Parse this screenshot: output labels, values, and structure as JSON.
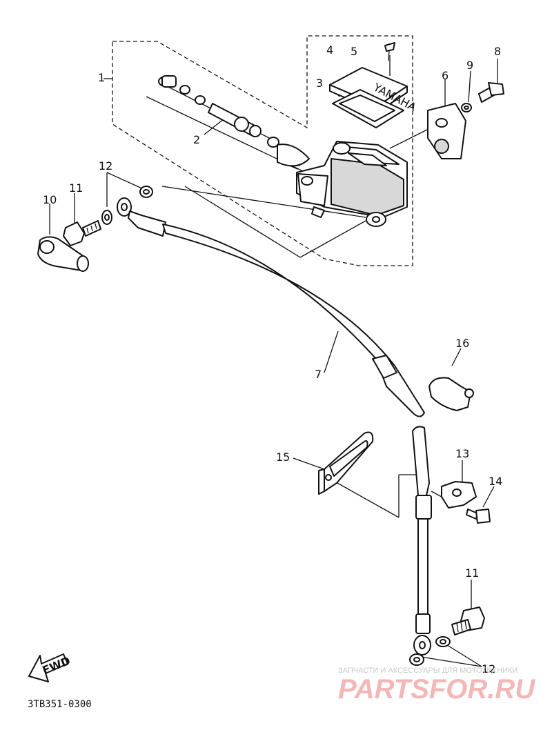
{
  "diagram": {
    "callouts": {
      "p1": "1",
      "p2": "2",
      "p3": "3",
      "p4": "4",
      "p5": "5",
      "p6": "6",
      "p7": "7",
      "p8": "8",
      "p9": "9",
      "p10": "10",
      "p11_top": "11",
      "p11_bottom": "11",
      "p12_top": "12",
      "p12_bottom": "12",
      "p13": "13",
      "p14": "14",
      "p15": "15",
      "p16": "16"
    },
    "fwd_label": "FWD",
    "reservoir_logo": "YAMAHA",
    "drawing_code": "3TB351-0300"
  },
  "watermark": {
    "tagline": "ЗАПЧАСТИ И АКСЕССУАРЫ ДЛЯ МОТОТЕХНИКИ",
    "brand": "PARTSFOR.RU"
  }
}
